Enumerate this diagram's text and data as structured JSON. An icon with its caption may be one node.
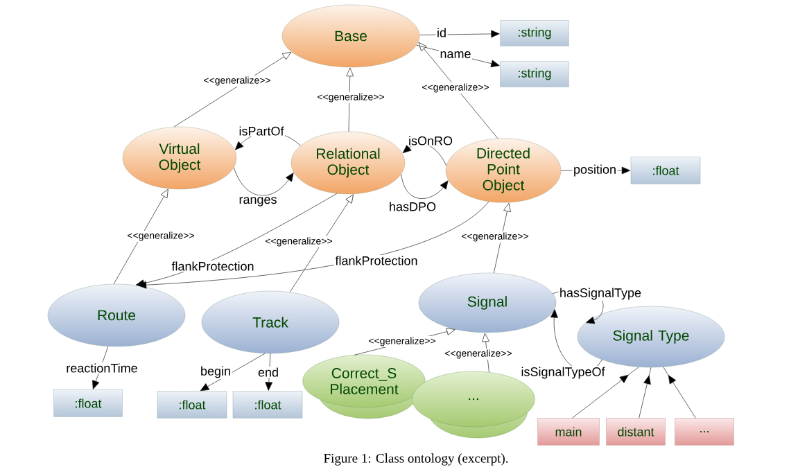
{
  "diagram": {
    "caption": "Figure 1: Class ontology (excerpt).",
    "nodes": [
      {
        "text": [
          "Base"
        ]
      },
      {
        "text": [
          ":string"
        ]
      },
      {
        "text": [
          ":string"
        ]
      },
      {
        "text": [
          "Virtual Object"
        ]
      },
      {
        "text": [
          "Relational Object"
        ]
      },
      {
        "text": [
          "Directed Point Object"
        ]
      },
      {
        "text": [
          ":float"
        ]
      },
      {
        "text": [
          "Route"
        ]
      },
      {
        "text": [
          "Track"
        ]
      },
      {
        "text": [
          "Signal"
        ]
      },
      {
        "text": [
          "Signal Type"
        ]
      },
      {
        "text": [
          ":float"
        ]
      },
      {
        "text": [
          ":float"
        ]
      },
      {
        "text": [
          ":float"
        ]
      },
      {
        "text": [
          "Correct_S Placement"
        ]
      },
      {
        "text": [
          "..."
        ]
      },
      {
        "text": [
          "main"
        ]
      },
      {
        "text": [
          "distant"
        ]
      },
      {
        "text": [
          "..."
        ]
      }
    ],
    "edges": [
      {
        "from": 3,
        "to": 0,
        "arrow": "to",
        "label": "<<generalize>>"
      },
      {
        "from": 4,
        "to": 0,
        "arrow": "to",
        "label": "<<generalize>>"
      },
      {
        "from": 5,
        "to": 0,
        "arrow": "to",
        "label": "<<generalize>>"
      },
      {
        "from": 0,
        "to": 1,
        "arrow": "to",
        "label": "id"
      },
      {
        "from": 0,
        "to": 2,
        "arrow": "to",
        "label": "name"
      },
      {
        "from": 4,
        "to": 3,
        "arrow": "to",
        "label": "isPartOf"
      },
      {
        "from": 3,
        "to": 4,
        "arrow": "to",
        "label": "ranges"
      },
      {
        "from": 5,
        "to": 4,
        "arrow": "to",
        "label": "isOnRO"
      },
      {
        "from": 4,
        "to": 5,
        "arrow": "to",
        "label": "hasDPO"
      },
      {
        "from": 5,
        "to": 6,
        "arrow": "to",
        "label": "position"
      },
      {
        "from": 7,
        "to": 3,
        "arrow": "to",
        "label": "<<generalize>>"
      },
      {
        "from": 8,
        "to": 4,
        "arrow": "to",
        "label": "<<generalize>>"
      },
      {
        "from": 9,
        "to": 5,
        "arrow": "to",
        "label": "<<generalize>>"
      },
      {
        "from": 4,
        "to": 7,
        "arrow": "to",
        "label": "flankProtection"
      },
      {
        "from": 5,
        "to": 7,
        "arrow": "to",
        "label": "flankProtection"
      },
      {
        "from": 9,
        "to": 10,
        "arrow": "to",
        "label": "hasSignalType"
      },
      {
        "from": 10,
        "to": 9,
        "arrow": "to",
        "label": "isSignalTypeOf"
      },
      {
        "from": 14,
        "to": 9,
        "arrow": "to",
        "label": "<<generalize>>"
      },
      {
        "from": 15,
        "to": 9,
        "arrow": "to",
        "label": "<<generalize>>"
      },
      {
        "from": 7,
        "to": 11,
        "arrow": "to",
        "label": "reactionTime"
      },
      {
        "from": 8,
        "to": 12,
        "arrow": "to",
        "label": "begin"
      },
      {
        "from": 8,
        "to": 13,
        "arrow": "to",
        "label": "end"
      },
      {
        "from": 16,
        "to": 10,
        "arrow": "to"
      },
      {
        "from": 17,
        "to": 10,
        "arrow": "to"
      },
      {
        "from": 18,
        "to": 10,
        "arrow": "to"
      }
    ]
  }
}
